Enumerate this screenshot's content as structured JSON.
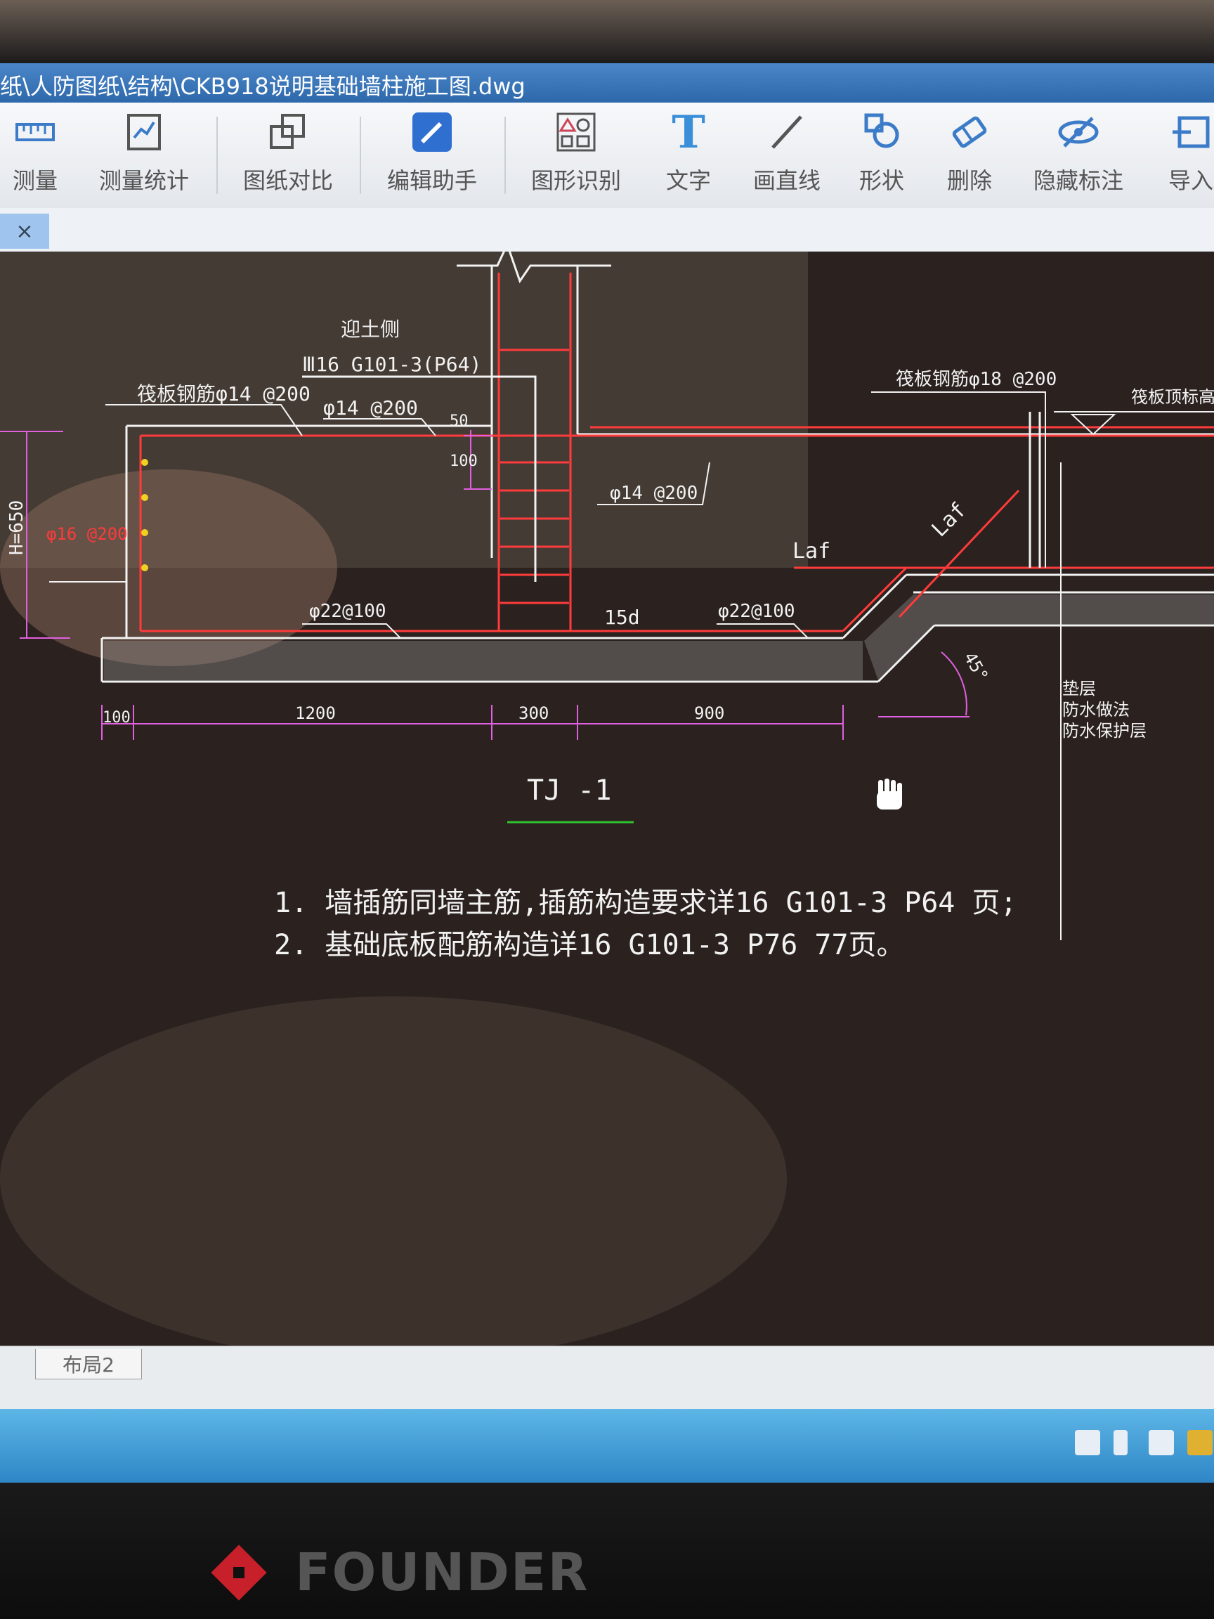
{
  "window": {
    "title": "纸\\人防图纸\\结构\\CKB918说明基础墙柱施工图.dwg"
  },
  "toolbar": {
    "items": [
      {
        "label": "测量",
        "icon": "ruler-icon"
      },
      {
        "label": "测量统计",
        "icon": "measure-stats-icon"
      },
      {
        "label": "图纸对比",
        "icon": "compare-icon"
      },
      {
        "label": "编辑助手",
        "icon": "edit-assistant-icon"
      },
      {
        "label": "图形识别",
        "icon": "shape-recognition-icon"
      },
      {
        "label": "文字",
        "icon": "text-icon"
      },
      {
        "label": "画直线",
        "icon": "line-icon"
      },
      {
        "label": "形状",
        "icon": "shape-icon"
      },
      {
        "label": "删除",
        "icon": "eraser-icon"
      },
      {
        "label": "隐藏标注",
        "icon": "hide-eye-icon"
      },
      {
        "label": "导入",
        "icon": "import-icon"
      }
    ]
  },
  "tabs": {
    "close_glyph": "×"
  },
  "drawing": {
    "labels": {
      "wall_top": "迎土侧",
      "wall_bar": "Ⅲ16 G101-3(P64)",
      "bottom_bar_left": "筏板钢筋φ14 @200",
      "bar_14_200_a": "φ14 @200",
      "dim_50": "50",
      "dim_100": "100",
      "height": "H=650",
      "side_bar": "φ16 @200",
      "bar_22_a": "φ22@100",
      "bar_14_200_b": "φ14 @200",
      "dim_15d": "15d",
      "bar_22_b": "φ22@100",
      "raft_right": "筏板钢筋φ18 @200",
      "raft_top_elev": "筏板顶标高",
      "loaf_diag": "Laf",
      "loaf_horiz": "Laf",
      "angle": "45°",
      "layer_note_1": "垫层",
      "layer_note_2": "防水做法",
      "layer_note_3": "防水保护层",
      "dim_100b": "100",
      "dim_1200": "1200",
      "dim_300": "300",
      "dim_900": "900",
      "section_title": "TJ -1",
      "note1": "1. 墙插筋同墙主筋,插筋构造要求详16 G101-3  P64 页;",
      "note2": "2. 基础底板配筋构造详16 G101-3  P76  77页。"
    }
  },
  "status": {
    "layout_tab": "布局2"
  },
  "brand": {
    "name": "FOUNDER"
  },
  "colors": {
    "red": "#ff3b3b",
    "white": "#f2f2f2",
    "magenta": "#e060e0",
    "yellow": "#f0d020",
    "green": "#30c030"
  }
}
